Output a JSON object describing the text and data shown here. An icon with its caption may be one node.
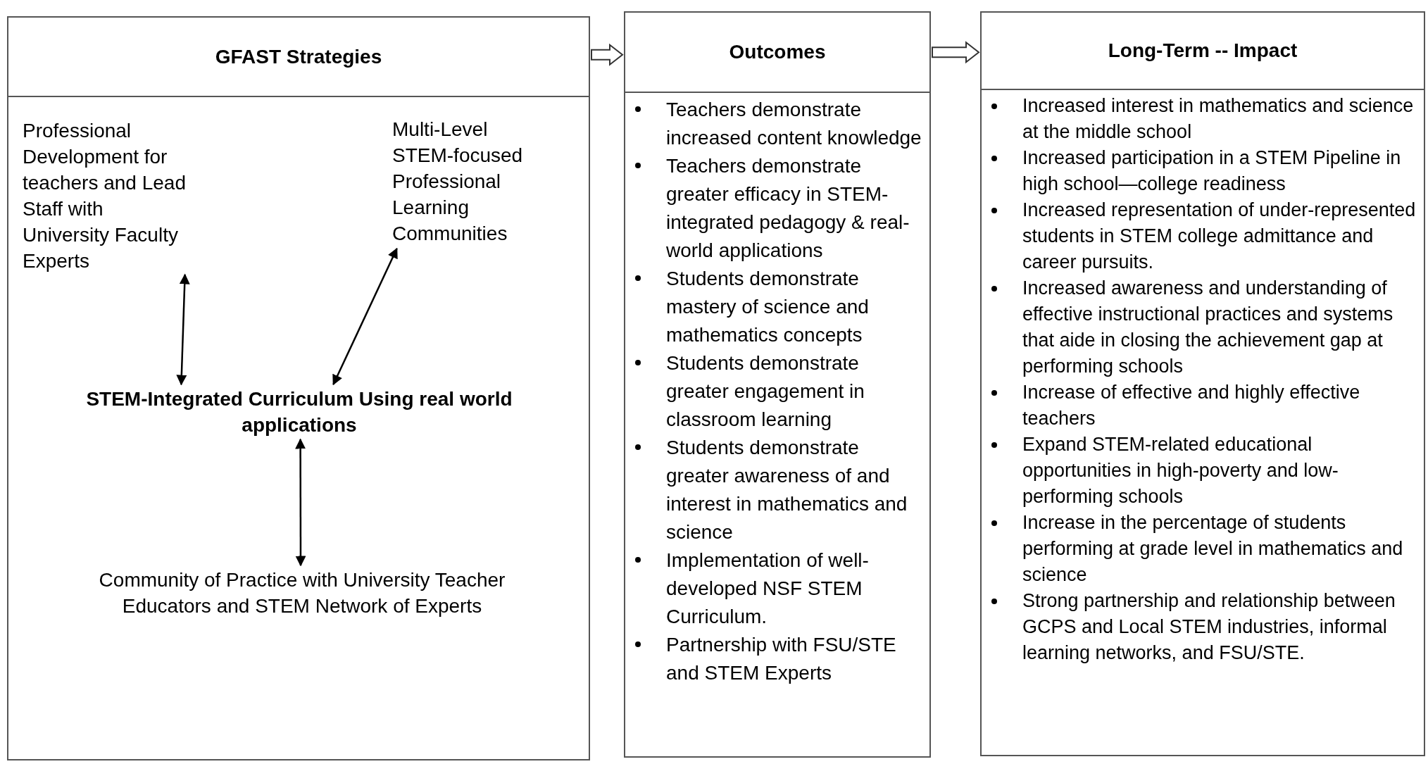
{
  "diagram": {
    "nodes": [
      {
        "text": [
          "GFAST Strategies"
        ]
      },
      {
        "text": [
          "Professional Development for teachers and Lead Staff with University Faculty Experts"
        ],
        "in": 0
      },
      {
        "text": [
          "Multi-Level STEM-focused Professional Learning Communities"
        ],
        "in": 0
      },
      {
        "text": [
          "STEM-Integrated Curriculum Using real world applications"
        ],
        "in": 0
      },
      {
        "text": [
          "Community of Practice with University Teacher Educators and STEM Network of Experts"
        ],
        "in": 0
      },
      {
        "text": [
          "Outcomes",
          "Teachers demonstrate increased content knowledge",
          "Teachers demonstrate greater efficacy in STEM-integrated pedagogy & real-world applications",
          "Students demonstrate mastery of science and mathematics concepts",
          "Students demonstrate greater engagement in classroom learning",
          "Students demonstrate greater awareness of and interest in mathematics and science",
          "Implementation of well-developed NSF STEM Curriculum.",
          "Partnership with FSU/STE and STEM Experts"
        ]
      },
      {
        "text": [
          "Long-Term -- Impact",
          "Increased interest in mathematics and science at the middle school",
          "Increased participation in a STEM Pipeline in high school—college readiness",
          "Increased representation of under-represented students in STEM college admittance and career pursuits.",
          "Increased awareness and understanding of effective instructional practices and systems that aide in closing the achievement gap at performing schools",
          "Increase of effective and highly effective teachers",
          "Expand STEM-related educational opportunities in high-poverty and low-performing schools",
          "Increase in the percentage of students performing at grade level in mathematics and science",
          "Strong partnership and relationship between GCPS and Local STEM industries, informal learning networks, and FSU/STE."
        ]
      }
    ],
    "edges": [
      {
        "from": 3,
        "to": 1,
        "arrow": "both"
      },
      {
        "from": 3,
        "to": 2,
        "arrow": "both"
      },
      {
        "from": 3,
        "to": 4,
        "arrow": "both"
      },
      {
        "from": 0,
        "to": 5,
        "arrow": "to",
        "style": "thick"
      },
      {
        "from": 5,
        "to": 6,
        "arrow": "to",
        "style": "thick"
      }
    ]
  }
}
